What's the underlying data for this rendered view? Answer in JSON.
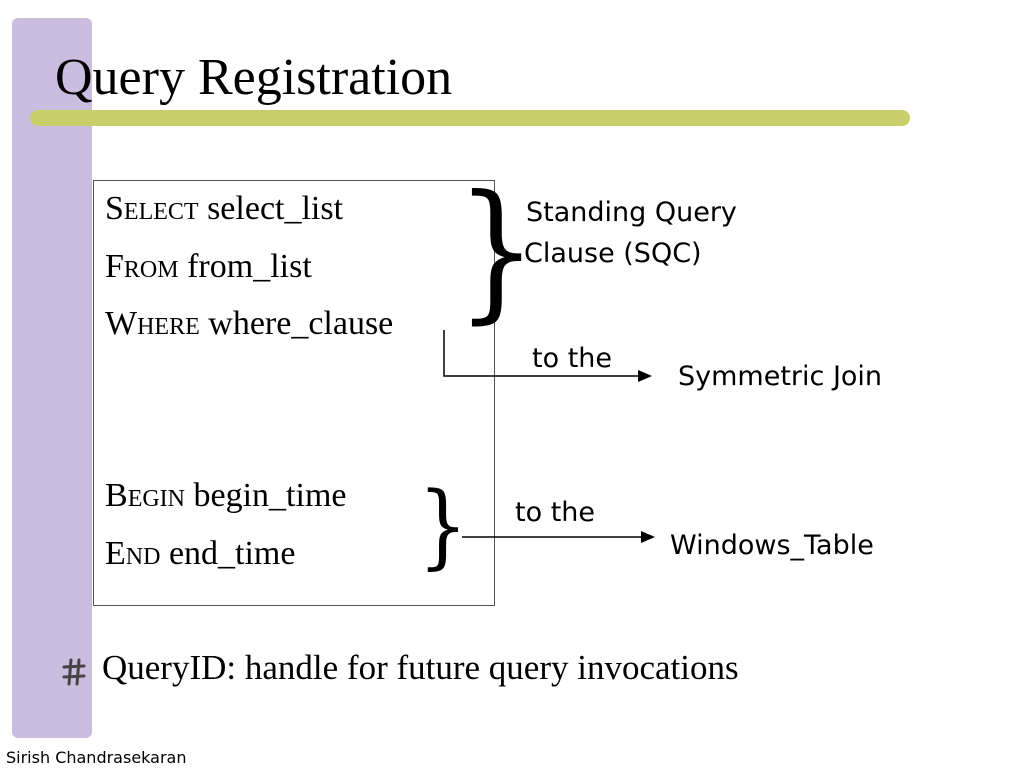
{
  "slide": {
    "title": "Query Registration",
    "accent_colors": {
      "side_bar": "#cbbde0",
      "title_rule": "#c8cf6a"
    }
  },
  "query": {
    "select": {
      "kw_first": "S",
      "kw_rest": "ELECT",
      "arg": " select_list"
    },
    "from": {
      "kw_first": "F",
      "kw_rest": "ROM",
      "arg": " from_list"
    },
    "where": {
      "kw_first": "W",
      "kw_rest": "HERE",
      "arg": " where_clause"
    },
    "begin": {
      "kw_first": "B",
      "kw_rest": "EGIN",
      "arg": " begin_time"
    },
    "end": {
      "kw_first": "E",
      "kw_rest": "ND",
      "arg": " end_time"
    }
  },
  "annotations": {
    "sqc_line1": "Standing Query",
    "sqc_line2": "Clause (SQC)",
    "to_the_1": "to the",
    "symmetric_join": "Symmetric Join",
    "to_the_2": "to the",
    "windows_table": "Windows_Table"
  },
  "bullet": {
    "icon": "hash-bullet-icon",
    "text": "QueryID: handle for future query invocations"
  },
  "footer": {
    "author": "Sirish Chandrasekaran"
  }
}
